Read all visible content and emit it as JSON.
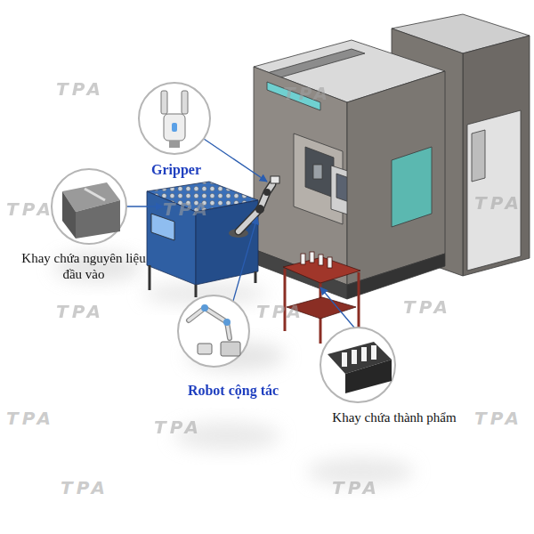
{
  "diagram": {
    "labels": [
      "Gripper",
      "Khay chứa nguyên liệu đầu vào",
      "Robot cộng tác",
      "Khay chứa thành phẩm",
      "TPA",
      "TPA",
      "TPA",
      "TPA",
      "TPA",
      "TPA",
      "TPA",
      "TPA",
      "TPA",
      "TPA",
      "TPA",
      "TPA",
      "TPA"
    ]
  }
}
